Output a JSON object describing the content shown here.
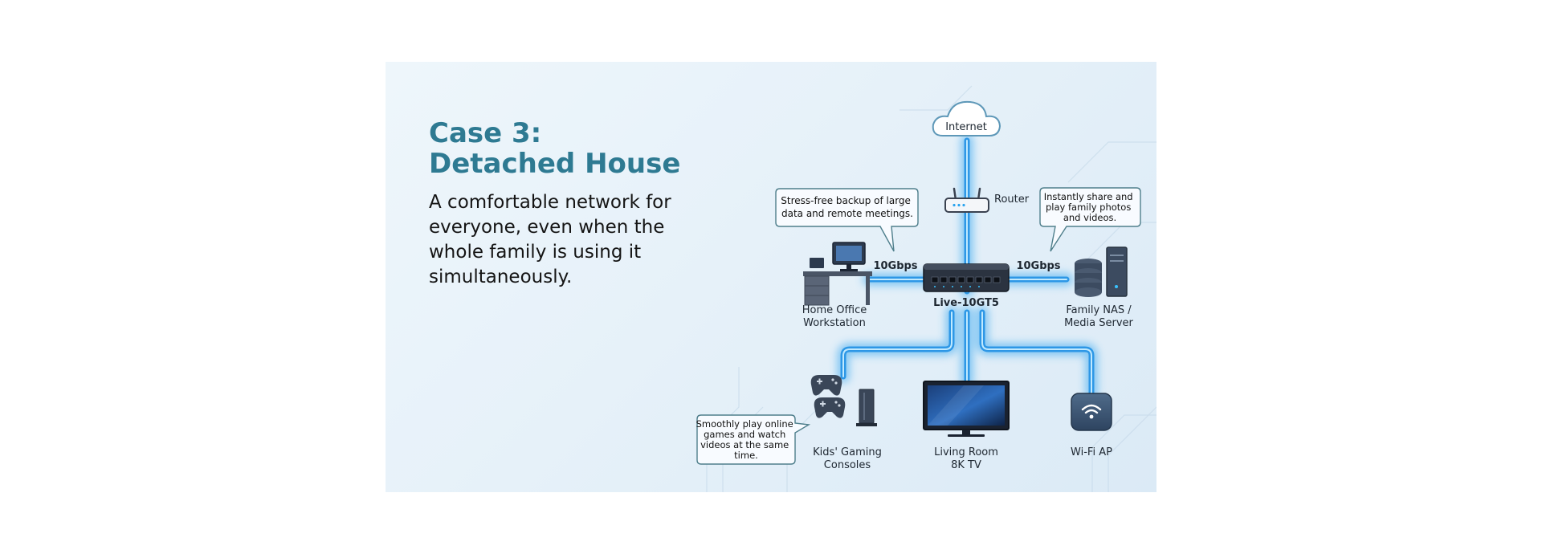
{
  "slide": {
    "title_line1": "Case 3:",
    "title_line2": "Detached House",
    "subtitle": "A comfortable network for everyone, even when the whole family is using it simultaneously."
  },
  "colors": {
    "title": "#2e7a92",
    "link_glow": "#3aa9f0",
    "link_core": "#bfe9ff",
    "device_dark": "#2b3340"
  },
  "diagram": {
    "internet": "Internet",
    "router": "Router",
    "switch": "Live-10GT5",
    "link_left_speed": "10Gbps",
    "link_right_speed": "10Gbps",
    "home_office": [
      "Home Office",
      "Workstation"
    ],
    "nas": [
      "Family NAS /",
      "Media Server"
    ],
    "gaming": [
      "Kids' Gaming",
      "Consoles"
    ],
    "tv": [
      "Living Room",
      "8K TV"
    ],
    "wifi": "Wi-Fi AP",
    "callout_backup": [
      "Stress-free backup of large",
      "data and remote meetings."
    ],
    "callout_share": [
      "Instantly share and",
      "play family photos",
      "and videos."
    ],
    "callout_gaming": [
      "Smoothly play online",
      "games and watch",
      "videos at the same",
      "time."
    ]
  },
  "icons": [
    "cloud-icon",
    "router-icon",
    "switch-icon",
    "desk-computer-icon",
    "nas-server-icon",
    "gamepad-icon",
    "console-icon",
    "tv-icon",
    "wifi-icon"
  ]
}
